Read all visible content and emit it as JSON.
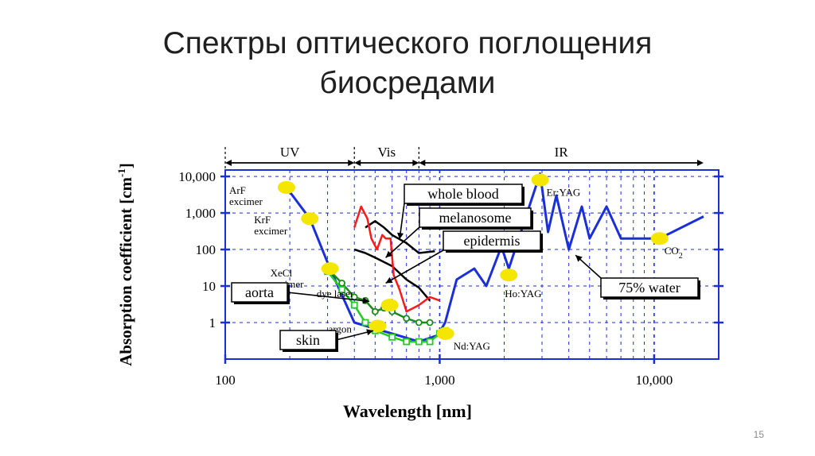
{
  "slide": {
    "title_line1": "Спектры оптического поглощения",
    "title_line2": "биосредами",
    "page_number": "15"
  },
  "chart_data": {
    "type": "line",
    "x_scale": "log",
    "y_scale": "log",
    "xlabel": "Wavelength [nm]",
    "ylabel": "Absorption coefficient [cm",
    "ylabel_sup": "-1",
    "ylabel_close": "]",
    "xlim": [
      100,
      20000
    ],
    "ylim": [
      0.1,
      15000
    ],
    "x_ticks": [
      {
        "value": 100,
        "label": "100"
      },
      {
        "value": 1000,
        "label": "1,000"
      },
      {
        "value": 10000,
        "label": "10,000"
      }
    ],
    "y_ticks": [
      {
        "value": 10000,
        "label": "10,000"
      },
      {
        "value": 1000,
        "label": "1,000"
      },
      {
        "value": 100,
        "label": "100"
      },
      {
        "value": 10,
        "label": "10"
      },
      {
        "value": 1,
        "label": "1"
      }
    ],
    "regions": [
      {
        "label": "UV",
        "from": 100,
        "to": 400
      },
      {
        "label": "Vis",
        "from": 400,
        "to": 800
      },
      {
        "label": "IR",
        "from": 800,
        "to": 17000
      }
    ],
    "series": [
      {
        "name": "75% water",
        "color": "#1a2fd6",
        "points": [
          [
            193,
            5000
          ],
          [
            248,
            700
          ],
          [
            308,
            30
          ],
          [
            400,
            1
          ],
          [
            600,
            0.5
          ],
          [
            800,
            0.3
          ],
          [
            980,
            0.45
          ],
          [
            1060,
            1
          ],
          [
            1200,
            15
          ],
          [
            1450,
            30
          ],
          [
            1650,
            10
          ],
          [
            1940,
            120
          ],
          [
            2100,
            30
          ],
          [
            2940,
            12000
          ],
          [
            3200,
            300
          ],
          [
            3500,
            3000
          ],
          [
            4000,
            100
          ],
          [
            4600,
            1500
          ],
          [
            5000,
            200
          ],
          [
            6000,
            1500
          ],
          [
            7000,
            200
          ],
          [
            10600,
            200
          ],
          [
            17000,
            800
          ]
        ]
      },
      {
        "name": "whole blood",
        "color": "#000000",
        "points": [
          [
            450,
            400
          ],
          [
            500,
            600
          ],
          [
            550,
            400
          ],
          [
            600,
            250
          ],
          [
            700,
            150
          ],
          [
            800,
            80
          ],
          [
            950,
            90
          ]
        ]
      },
      {
        "name": "melanosome",
        "color": "#000000",
        "points": [
          [
            400,
            100
          ],
          [
            450,
            80
          ],
          [
            500,
            60
          ],
          [
            600,
            35
          ],
          [
            700,
            15
          ],
          [
            800,
            9
          ],
          [
            900,
            4
          ]
        ]
      },
      {
        "name": "epidermis",
        "color": "#ff1a1a",
        "points": [
          [
            400,
            400
          ],
          [
            430,
            1500
          ],
          [
            460,
            700
          ],
          [
            480,
            200
          ],
          [
            510,
            100
          ],
          [
            540,
            250
          ],
          [
            560,
            200
          ],
          [
            590,
            200
          ],
          [
            610,
            20
          ],
          [
            650,
            8
          ],
          [
            700,
            2
          ],
          [
            800,
            3
          ],
          [
            900,
            5
          ],
          [
            1000,
            4
          ]
        ]
      },
      {
        "name": "aorta",
        "color": "#1b8a1b",
        "marker": "circle",
        "points": [
          [
            300,
            30
          ],
          [
            350,
            12
          ],
          [
            400,
            5
          ],
          [
            450,
            4
          ],
          [
            500,
            2
          ],
          [
            550,
            2.5
          ],
          [
            600,
            2
          ],
          [
            700,
            1.3
          ],
          [
            800,
            1
          ],
          [
            900,
            1
          ]
        ]
      },
      {
        "name": "skin",
        "color": "#22cc22",
        "marker": "square",
        "points": [
          [
            300,
            25
          ],
          [
            350,
            8
          ],
          [
            400,
            3
          ],
          [
            450,
            1
          ],
          [
            500,
            0.6
          ],
          [
            600,
            0.4
          ],
          [
            700,
            0.3
          ],
          [
            800,
            0.3
          ],
          [
            900,
            0.3
          ],
          [
            1000,
            0.5
          ],
          [
            1060,
            0.6
          ]
        ]
      }
    ],
    "lasers": [
      {
        "name": "ArF\nexcimer",
        "wavelength": 193,
        "value": 5000
      },
      {
        "name": "KrF\nexcimer",
        "wavelength": 248,
        "value": 700
      },
      {
        "name": "XeCl\nexcimer",
        "wavelength": 308,
        "value": 30
      },
      {
        "name": "dye laser",
        "wavelength": 585,
        "value": 3
      },
      {
        "name": "argon",
        "wavelength": 514,
        "value": 0.8
      },
      {
        "name": "Nd:YAG",
        "wavelength": 1064,
        "value": 0.5
      },
      {
        "name": "Ho:YAG",
        "wavelength": 2100,
        "value": 20
      },
      {
        "name": "Er:YAG",
        "wavelength": 2940,
        "value": 8000
      },
      {
        "name": "CO",
        "name_sub": "2",
        "wavelength": 10600,
        "value": 200
      }
    ],
    "callouts": [
      "whole blood",
      "melanosome",
      "epidermis",
      "aorta",
      "skin",
      "75% water"
    ],
    "grid": true,
    "laser_marker_color": "#f5e600"
  }
}
